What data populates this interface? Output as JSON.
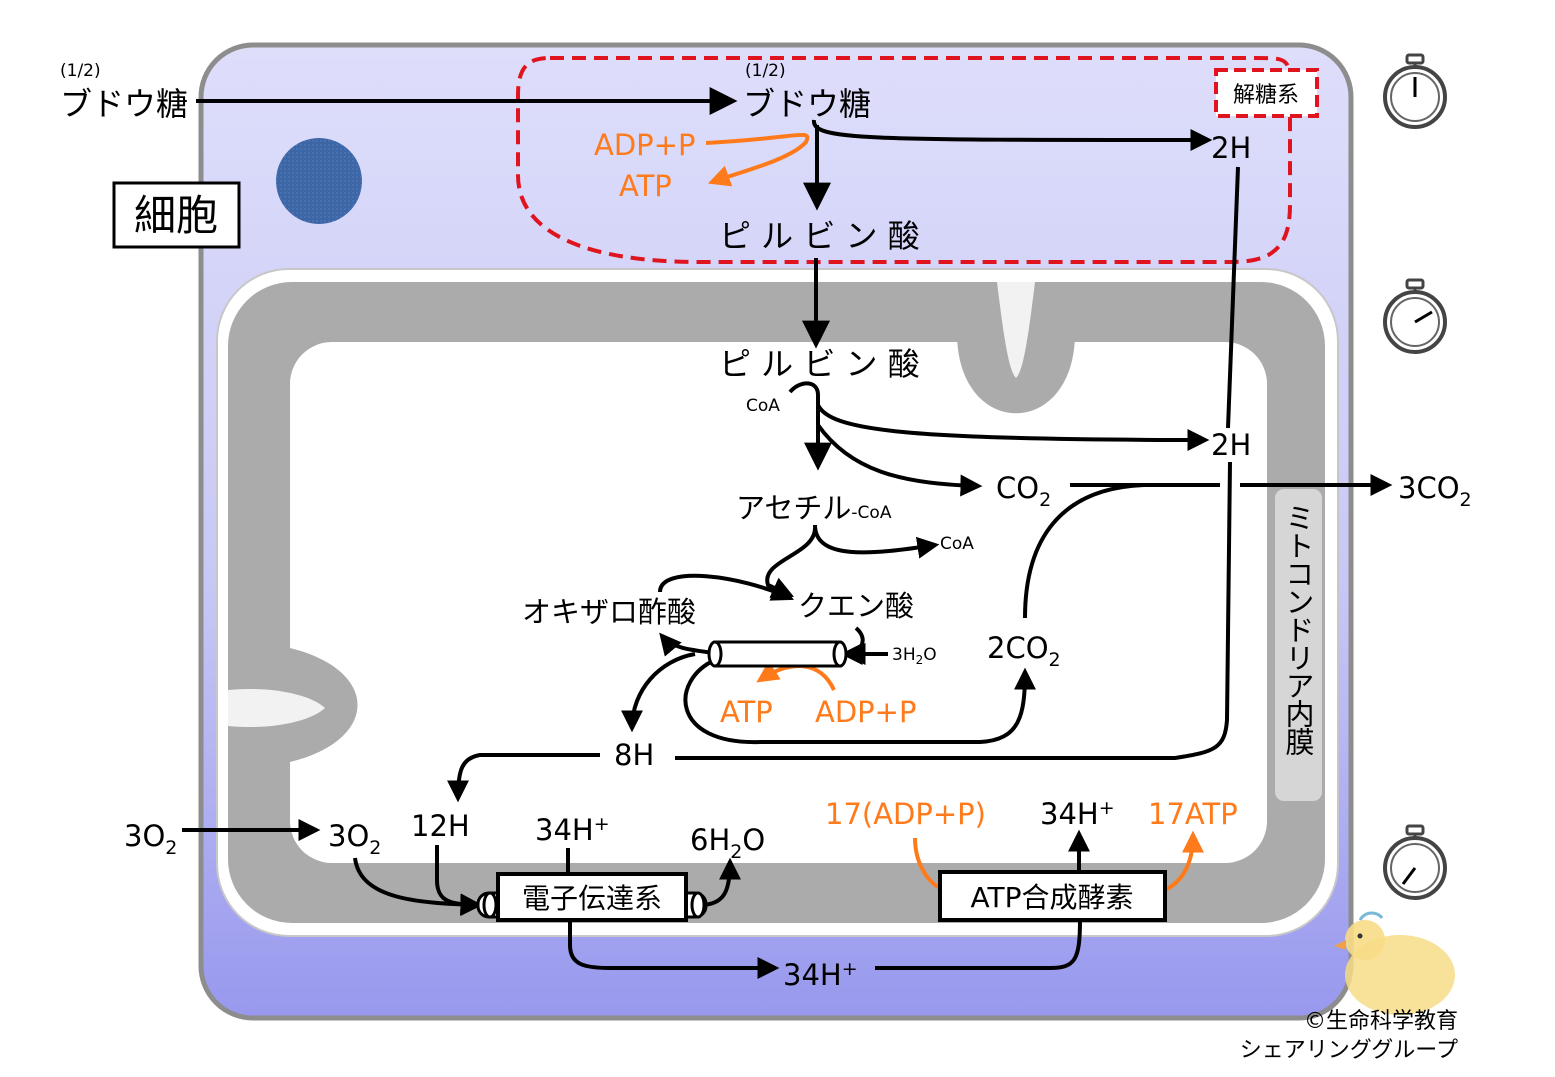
{
  "colors": {
    "cell_fill_top": "#dcdcfa",
    "cell_fill_bottom": "#9a9aee",
    "cell_border": "#8f8f8f",
    "mito_membrane": "#a8a8a8",
    "nucleus": "#3b67a8",
    "glycolysis_box": "#e0141e",
    "atp_arrow": "#ff7a1a",
    "text_orange": "#ff7a1a"
  },
  "labels": {
    "glucose_ratio_outside": "(1/2)",
    "glucose_outside": "ブドウ糖",
    "glucose_ratio_inside": "(1/2)",
    "glucose_inside": "ブドウ糖",
    "glycolysis": "解糖系",
    "cell": "細胞",
    "adp_p_1": "ADP+P",
    "atp_1": "ATP",
    "h2_1": "2H",
    "pyruvate_1": "ピ ル ビ ン 酸",
    "pyruvate_2": "ピ ル ビ ン 酸",
    "coa_in": "CoA",
    "h2_2": "2H",
    "co2": "CO",
    "co2_sub": "2",
    "co2_out_3": "3CO",
    "co2_out_3_sub": "2",
    "acetyl": "アセチル",
    "acetyl_coa": "-CoA",
    "coa_out": "CoA",
    "oxaloacetate": "オキザロ酢酸",
    "citrate": "クエン酸",
    "h2o_3": "3H",
    "h2o_3_sub": "2",
    "h2o_3_o": "O",
    "co2_2": "2CO",
    "co2_2_sub": "2",
    "atp_2": "ATP",
    "adp_p_2": "ADP+P",
    "h8": "8H",
    "h12": "12H",
    "o2_outside": "3O",
    "o2_outside_sub": "2",
    "o2_inside": "3O",
    "o2_inside_sub": "2",
    "proton_1": "34H",
    "proton_1_sup": "+",
    "water_6": "6H",
    "water_6_sub": "2",
    "water_6_o": "O",
    "adp_p_17": "17(ADP+P)",
    "proton_2": "34H",
    "proton_2_sup": "+",
    "atp_17": "17ATP",
    "etc": "電子伝達系",
    "atp_synthase": "ATP合成酵素",
    "proton_3": "34H",
    "proton_3_sup": "+",
    "inner_membrane": "ミトコンドリア内膜",
    "copyright_1": "©生命科学教育",
    "copyright_2": "シェアリンググループ"
  },
  "icons": [
    "stopwatch-icon",
    "stopwatch-icon",
    "stopwatch-icon",
    "duck-icon"
  ],
  "stopwatch_hands": [
    "12 o'clock",
    "2 o'clock",
    "7 o'clock"
  ]
}
